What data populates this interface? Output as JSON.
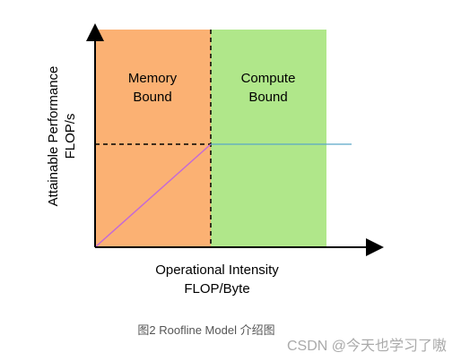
{
  "diagram": {
    "regions": {
      "memory": {
        "line1": "Memory",
        "line2": "Bound",
        "color": "#fbb173"
      },
      "compute": {
        "line1": "Compute",
        "line2": "Bound",
        "color": "#b0e78a"
      }
    },
    "y_axis": {
      "line1": "Attainable Performance",
      "line2": "FLOP/s"
    },
    "x_axis": {
      "line1": "Operational Intensity",
      "line2": "FLOP/Byte"
    },
    "colors": {
      "slope_line": "#c46ad6",
      "roof_line": "#5aa7c6",
      "axis": "#000000",
      "dashed": "#000000"
    }
  },
  "caption": "图2 Roofline Model 介绍图",
  "watermark": "CSDN @今天也学习了嗷"
}
